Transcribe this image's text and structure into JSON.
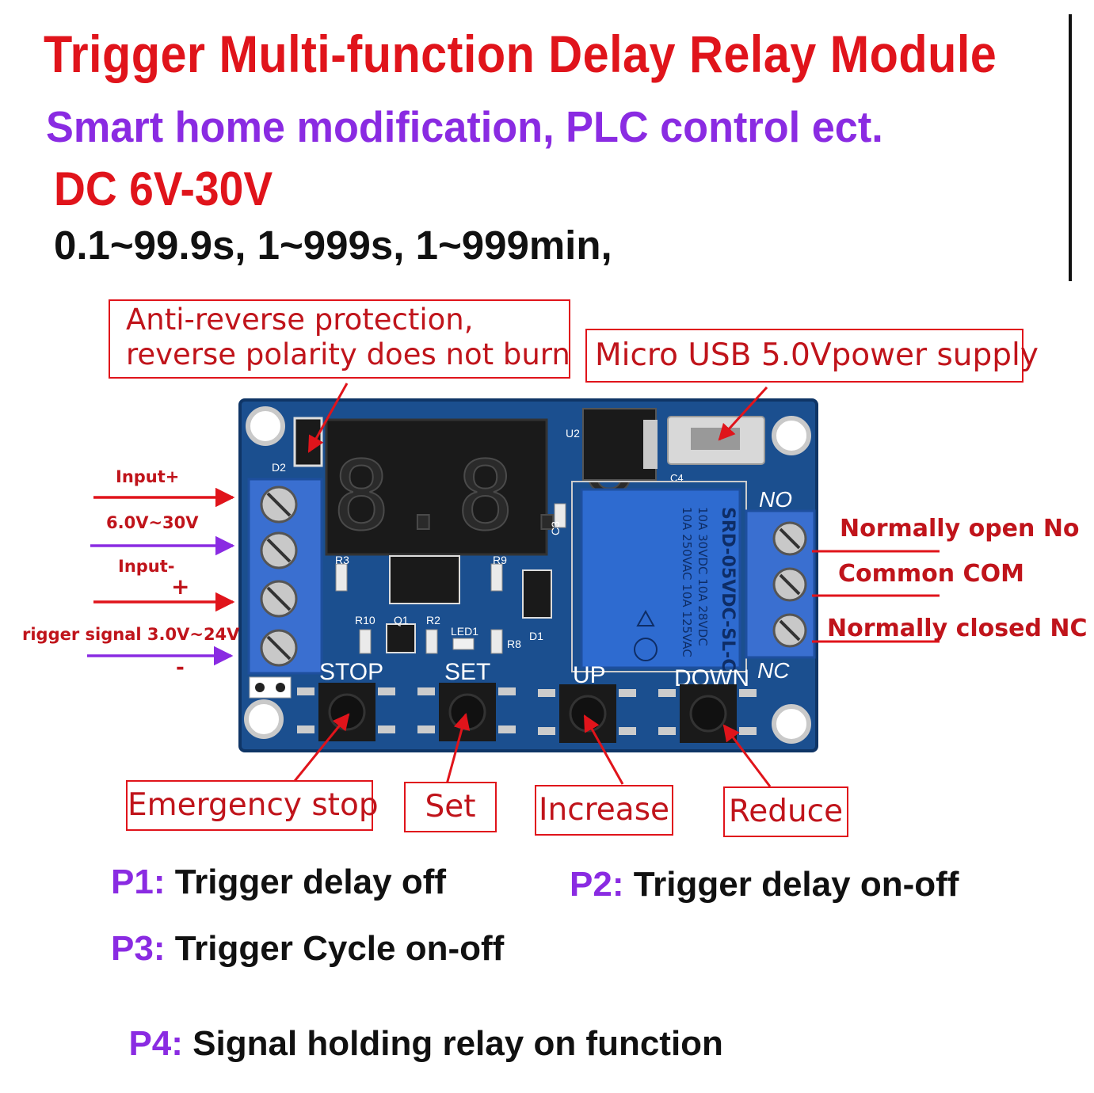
{
  "header": {
    "title": "Trigger Multi-function Delay Relay Module",
    "subtitle": "Smart home modification, PLC control ect.",
    "voltage": "DC 6V-30V",
    "ranges": "0.1~99.9s, 1~999s, 1~999min,"
  },
  "callouts": {
    "anti_reverse_line1": "Anti-reverse protection,",
    "anti_reverse_line2": "reverse polarity does not burn",
    "micro_usb": "Micro USB 5.0Vpower supply"
  },
  "left_labels": {
    "input_plus": "Input+",
    "input_range": "6.0V~30V",
    "input_minus": "Input-",
    "plus_sign": "+",
    "trigger_signal": "rigger signal  3.0V~24V",
    "minus_sign": "-"
  },
  "right_labels": {
    "normally_open": "Normally open No",
    "common": "Common COM",
    "normally_closed": "Normally closed NC"
  },
  "board": {
    "display_digits": "8.8.8.",
    "silk_no": "NO",
    "silk_nc": "NC",
    "silk_d2": "D2",
    "silk_u2": "U2",
    "silk_c3": "C3",
    "silk_c4": "C4",
    "silk_r3": "R3",
    "silk_r9": "R9",
    "silk_r10": "R10",
    "silk_q1": "Q1",
    "silk_r2": "R2",
    "silk_led1": "LED1",
    "silk_r8": "R8",
    "silk_d1": "D1",
    "relay_model": "SRD-05VDC-SL-C",
    "relay_rating1": "10A 250VAC  10A 125VAC",
    "relay_rating2": "10A 30VDC  10A 28VDC",
    "buttons": [
      "STOP",
      "SET",
      "UP",
      "DOWN"
    ]
  },
  "button_labels": {
    "stop": "Emergency stop",
    "set": "Set",
    "increase": "Increase",
    "reduce": "Reduce"
  },
  "modes": [
    {
      "key": "P1:",
      "text": "Trigger delay off"
    },
    {
      "key": "P2:",
      "text": "Trigger delay on-off"
    },
    {
      "key": "P3:",
      "text": "Trigger Cycle on-off"
    },
    {
      "key": "P4:",
      "text": " Signal holding relay on function"
    }
  ],
  "colors": {
    "title_red": "#e0141b",
    "purple": "#8a2be2",
    "board_blue": "#1b4f8f",
    "terminal_blue": "#3a6fd0"
  }
}
